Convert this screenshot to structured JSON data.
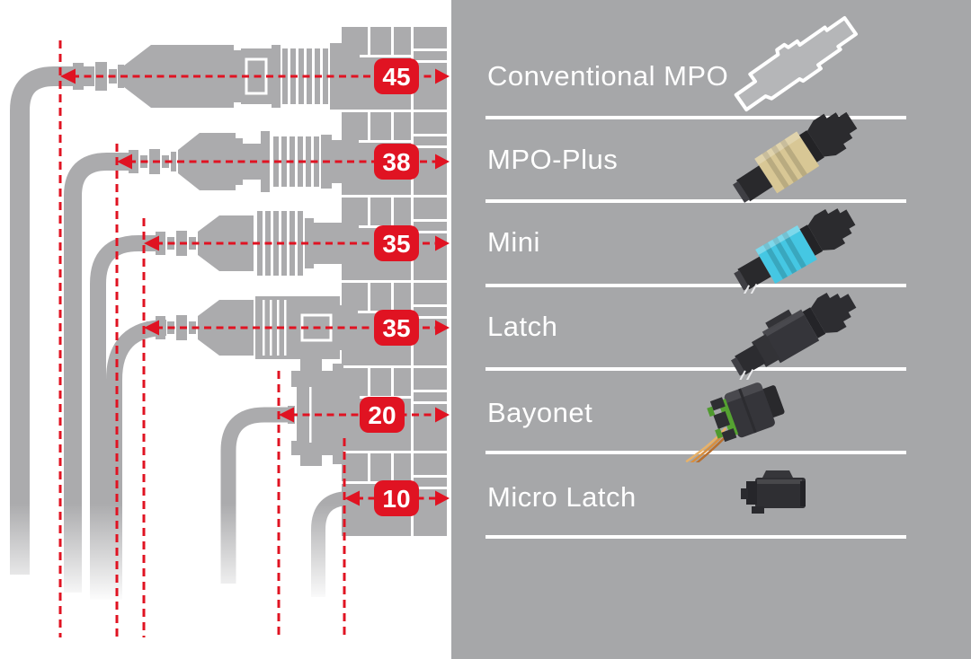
{
  "diagram": {
    "title_implicit": "",
    "rows": [
      {
        "value": "45",
        "label": "Conventional MPO",
        "photo": "conventional-mpo-outline-icon"
      },
      {
        "value": "38",
        "label": "MPO-Plus",
        "photo": "mpo-plus-connector-photo"
      },
      {
        "value": "35",
        "label": "Mini",
        "photo": "mini-connector-photo"
      },
      {
        "value": "35",
        "label": "Latch",
        "photo": "latch-connector-photo"
      },
      {
        "value": "20",
        "label": "Bayonet",
        "photo": "bayonet-connector-photo"
      },
      {
        "value": "10",
        "label": "Micro Latch",
        "photo": "micro-latch-connector-photo"
      }
    ]
  },
  "colors": {
    "accent_red": "#e01322",
    "silhouette_gray": "#ababad",
    "panel_gray": "#a6a7a9",
    "divider_white": "#ffffff",
    "label_white": "#ffffff",
    "outline_fill": "#b5b6b8",
    "mpo_plus_beige": "#d8c795",
    "mini_cyan": "#45c7e3",
    "connector_dark": "#2e2e31",
    "bayonet_green": "#55a231",
    "wire_orange": "#d98f3e"
  }
}
